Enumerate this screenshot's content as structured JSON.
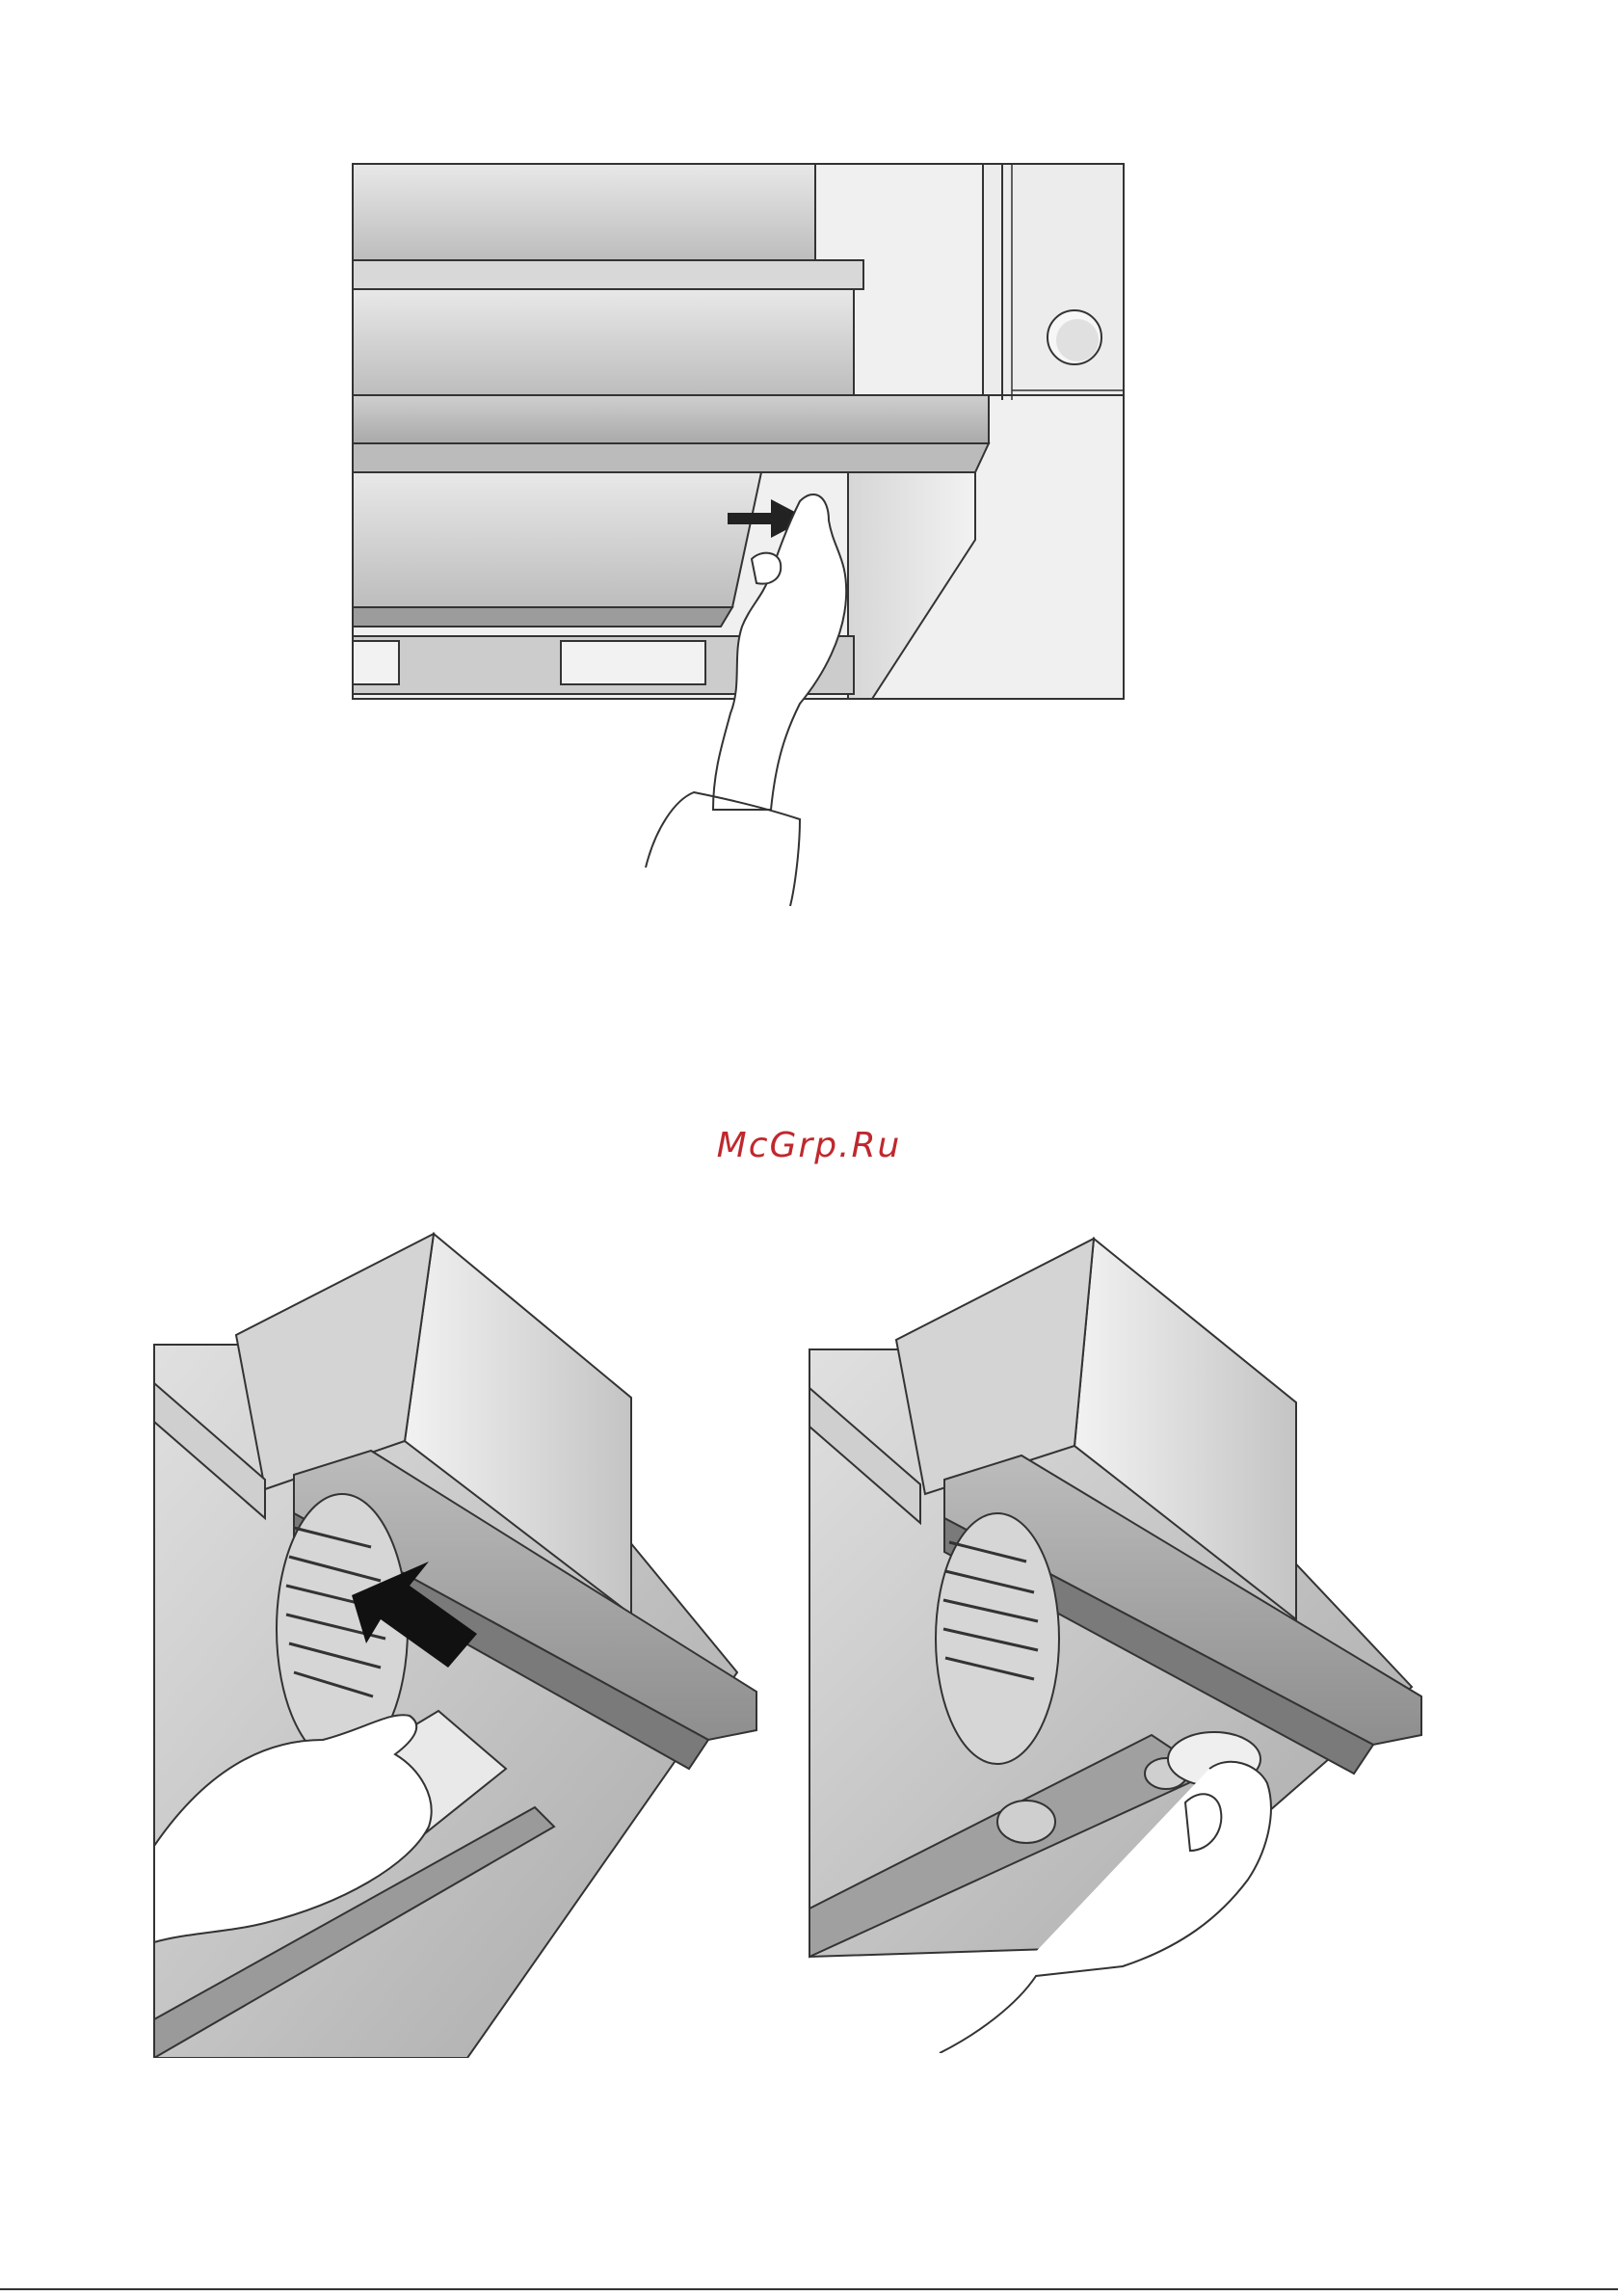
{
  "watermark": {
    "text": "McGrp.Ru",
    "color": "#c0282d"
  },
  "figures": [
    {
      "name": "pull-out-canopy-illustration",
      "arrow": "right",
      "icon": "hand-pushing-canopy"
    },
    {
      "name": "insert-grease-filter-illustration",
      "arrow": "up-left",
      "icon": "hand-inserting-filter"
    },
    {
      "name": "replace-lamp-illustration",
      "icon": "hand-holding-bulb"
    }
  ]
}
